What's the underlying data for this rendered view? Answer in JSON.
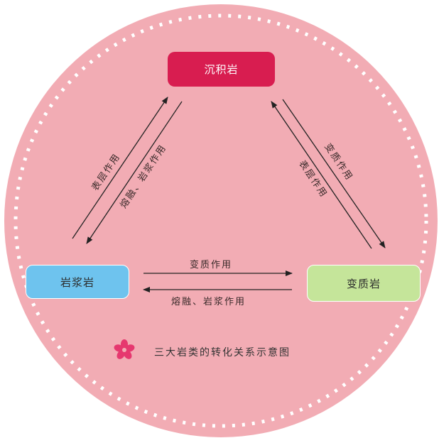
{
  "colors": {
    "background_circle": "#f2acb4",
    "sedimentary_box": "#d81d50",
    "magmatic_box": "#6ec3ee",
    "metamorphic_box": "#c5e59a",
    "flower": "#e6386f",
    "arrows": "#222222"
  },
  "nodes": {
    "sedimentary": "沉积岩",
    "magmatic": "岩浆岩",
    "metamorphic": "变质岩"
  },
  "edges": {
    "left_outer": "表层作用",
    "left_inner": "熔融、岩浆作用",
    "right_outer": "变质作用",
    "right_inner": "表层作用",
    "bottom_top": "变质作用",
    "bottom_bottom": "熔融、岩浆作用"
  },
  "caption": "三大岩类的转化关系示意图",
  "icons": {
    "flower": "flower-icon"
  }
}
